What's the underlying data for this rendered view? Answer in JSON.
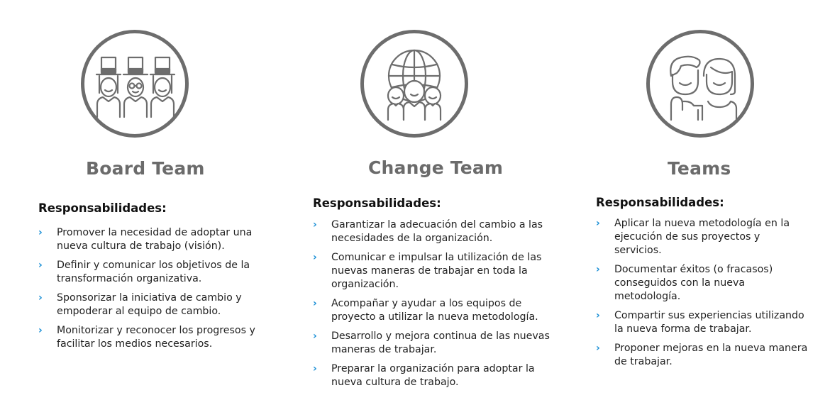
{
  "colors": {
    "icon_gray": "#6d6d6d",
    "title_gray": "#6b6b6b",
    "bullet_blue": "#1a8fd6"
  },
  "columns": [
    {
      "icon": "board-members-top-hats-icon",
      "title": "Board Team",
      "responsibilities_label": "Responsabilidades:",
      "items": [
        "Promover la necesidad de adoptar una nueva cultura de trabajo (visión).",
        "Definir y comunicar los objetivos de la transformación organizativa.",
        "Sponsorizar la iniciativa de cambio y empoderar al equipo de cambio.",
        "Monitorizar y reconocer los progresos y facilitar los medios necesarios."
      ]
    },
    {
      "icon": "global-team-icon",
      "title": "Change Team",
      "responsibilities_label": "Responsabilidades:",
      "items": [
        "Garantizar la adecuación del cambio a las necesidades de la organización.",
        "Comunicar e impulsar la utilización de las nuevas maneras de trabajar en toda la organización.",
        "Acompañar y ayudar a los equipos de proyecto a utilizar la nueva metodología.",
        "Desarrollo y mejora continua de las nuevas maneras de trabajar.",
        "Preparar la organización para adoptar la nueva cultura de trabajo."
      ]
    },
    {
      "icon": "team-members-icon",
      "title": "Teams",
      "responsibilities_label": "Responsabilidades:",
      "items": [
        "Aplicar la nueva metodología en la ejecución de sus proyectos y servicios.",
        "Documentar éxitos (o fracasos) conseguidos con la nueva metodología.",
        "Compartir sus experiencias utilizando la nueva forma de trabajar.",
        "Proponer mejoras en la nueva manera de trabajar."
      ]
    }
  ],
  "bullet_glyph": "›"
}
